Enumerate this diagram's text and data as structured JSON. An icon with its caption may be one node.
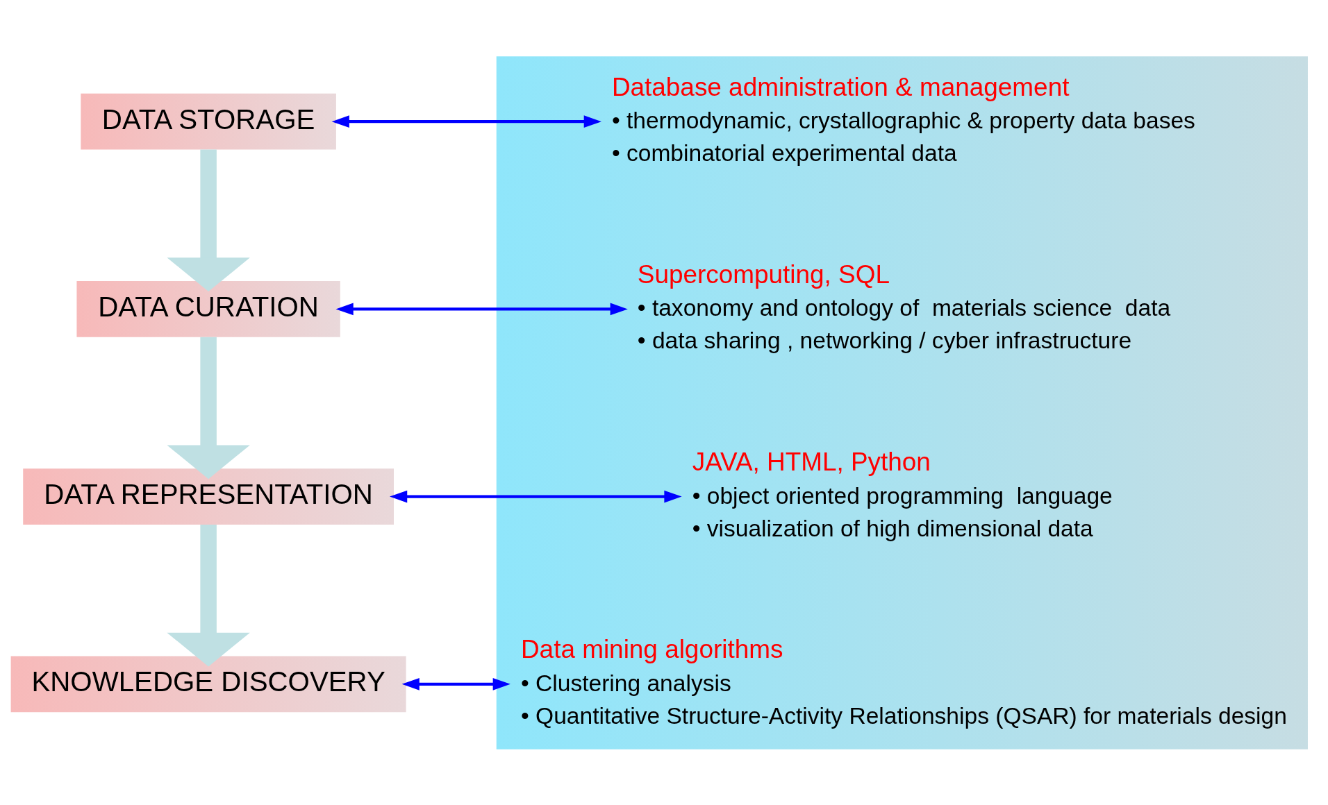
{
  "diagram": {
    "nodes": [
      {
        "text": [
          "DATA STORAGE"
        ]
      },
      {
        "text": [
          "DATA CURATION"
        ]
      },
      {
        "text": [
          "DATA REPRESENTATION"
        ]
      },
      {
        "text": [
          "KNOWLEDGE DISCOVERY"
        ]
      },
      {
        "text": [],
        "shape": "box"
      },
      {
        "text": [
          "Database administration & management",
          "• thermodynamic, crystallographic & property data bases",
          "• combinatorial experimental data"
        ],
        "in": 4
      },
      {
        "text": [
          "Supercomputing, SQL",
          "• taxonomy and ontology of  materials science  data",
          "• data sharing , networking / cyber infrastructure"
        ],
        "in": 4
      },
      {
        "text": [
          "JAVA, HTML, Python",
          "• object oriented programming  language",
          "• visualization of high dimensional data"
        ],
        "in": 4
      },
      {
        "text": [
          "Data mining algorithms",
          "• Clustering analysis",
          "• Quantitative Structure-Activity Relationships (QSAR) for materials design"
        ],
        "in": 4
      }
    ],
    "edges": [
      {
        "from": 0,
        "to": 1,
        "arrow": "to",
        "style": "thick",
        "color": "#bfe0e3"
      },
      {
        "from": 1,
        "to": 2,
        "arrow": "to",
        "style": "thick",
        "color": "#bfe0e3"
      },
      {
        "from": 2,
        "to": 3,
        "arrow": "to",
        "style": "thick",
        "color": "#bfe0e3"
      },
      {
        "from": 0,
        "to": 5,
        "arrow": "both"
      },
      {
        "from": 1,
        "to": 6,
        "arrow": "both"
      },
      {
        "from": 2,
        "to": 7,
        "arrow": "both"
      },
      {
        "from": 3,
        "to": 8,
        "arrow": "both"
      }
    ]
  }
}
